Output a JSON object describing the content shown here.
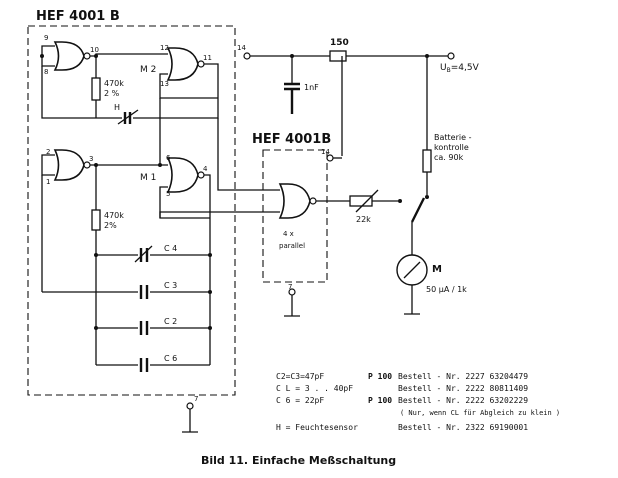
{
  "ic_left_label": "HEF 4001 B",
  "ic_right_label": "HEF 4001B",
  "gates": {
    "m2": "M 2",
    "m1": "M 1",
    "pins": {
      "p9": "9",
      "p8": "8",
      "p10": "10",
      "p12": "12",
      "p13": "13",
      "p11": "11",
      "p2": "2",
      "p1": "1",
      "p3": "3",
      "p6": "6",
      "p5": "5",
      "p4": "4",
      "p14a": "14",
      "p14b": "14",
      "p7a": "7",
      "p7b": "7"
    }
  },
  "components": {
    "r_top": "150",
    "vb": "U",
    "vb_sub": "B",
    "vb_val": "=4,5V",
    "c_1nf": "1nF",
    "r470k_a1": "470k",
    "r470k_a2": "2 %",
    "h_sensor": "H",
    "r470k_b1": "470k",
    "r470k_b2": "2%",
    "c4": "C 4",
    "c3": "C 3",
    "c2": "C 2",
    "c6": "C 6",
    "battery_1": "Batterie -",
    "battery_2": "kontrolle",
    "battery_3": "ca. 90k",
    "pot": "22k",
    "parallel_1": "4 x",
    "parallel_2": "parallel",
    "meter": "M",
    "meter_val": "50 µA / 1k"
  },
  "notes": [
    {
      "left": "C2=C3=47pF",
      "mid": "P  100",
      "right": "Bestell - Nr.  2227  63204479"
    },
    {
      "left": "C  L = 3 . . 40pF",
      "mid": "",
      "right": "Bestell -  Nr.  2222  80811409"
    },
    {
      "left": "C  6 = 22pF",
      "mid": "P  100",
      "right": "Bestell - Nr.  2222   63202229"
    },
    {
      "left": "",
      "mid": "",
      "right": "( Nur, wenn CL für Abgleich zu klein )"
    },
    {
      "left": "H   =    Feuchtesensor",
      "mid": "",
      "right": "Bestell -  Nr.  2322  69190001"
    }
  ],
  "caption": "Bild 11.  Einfache Meßschaltung"
}
